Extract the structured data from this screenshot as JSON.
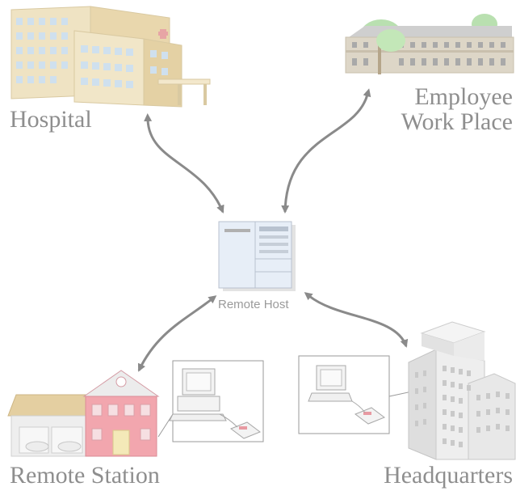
{
  "labels": {
    "hospital": "Hospital",
    "employee_line1": "Employee",
    "employee_line2": "Work Place",
    "remote_host": "Remote Host",
    "remote_station": "Remote Station",
    "headquarters": "Headquarters"
  },
  "colors": {
    "text": "#8e8e8e",
    "arrow": "#8a8a8a",
    "building_cream": "#efe3c3",
    "building_blue": "#d9e7f3",
    "station_red": "#f2a6ae",
    "hq_gray": "#e6e6e6"
  },
  "icons": [
    "hospital-building",
    "employee-workplace-building",
    "remote-host-server",
    "remote-station-firehouse",
    "headquarters-building",
    "computer-terminal"
  ]
}
